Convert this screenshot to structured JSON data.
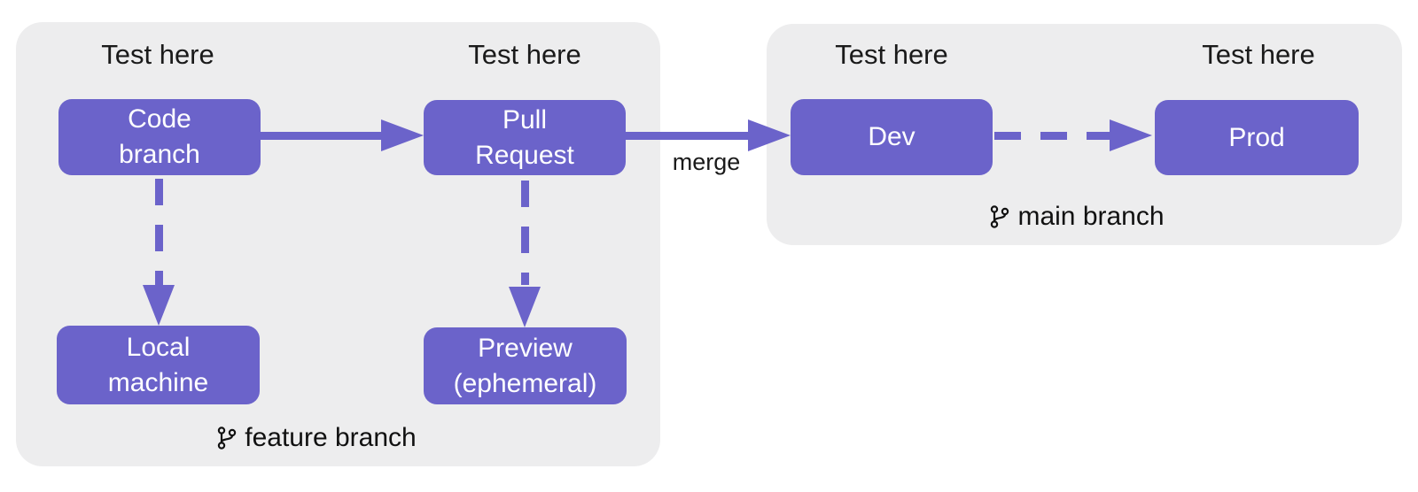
{
  "colors": {
    "node_fill": "#6b63ca",
    "group_background": "#ededee",
    "page_background": "#ffffff",
    "label_text": "#1a1a1a",
    "node_text": "#ffffff"
  },
  "groups": {
    "feature": {
      "branch_label": "feature branch",
      "test_labels": {
        "code_branch": "Test here",
        "pull_request": "Test here"
      },
      "nodes": {
        "code_branch": {
          "line1": "Code",
          "line2": "branch"
        },
        "pull_request": {
          "line1": "Pull",
          "line2": "Request"
        },
        "local_machine": {
          "line1": "Local",
          "line2": "machine"
        },
        "preview": {
          "line1": "Preview",
          "line2": "(ephemeral)"
        }
      }
    },
    "main": {
      "branch_label": "main branch",
      "test_labels": {
        "dev": "Test here",
        "prod": "Test here"
      },
      "nodes": {
        "dev": {
          "line1": "Dev"
        },
        "prod": {
          "line1": "Prod"
        }
      }
    }
  },
  "edges": {
    "merge_label": "merge"
  },
  "icons": {
    "branch": "code-branch-icon"
  }
}
